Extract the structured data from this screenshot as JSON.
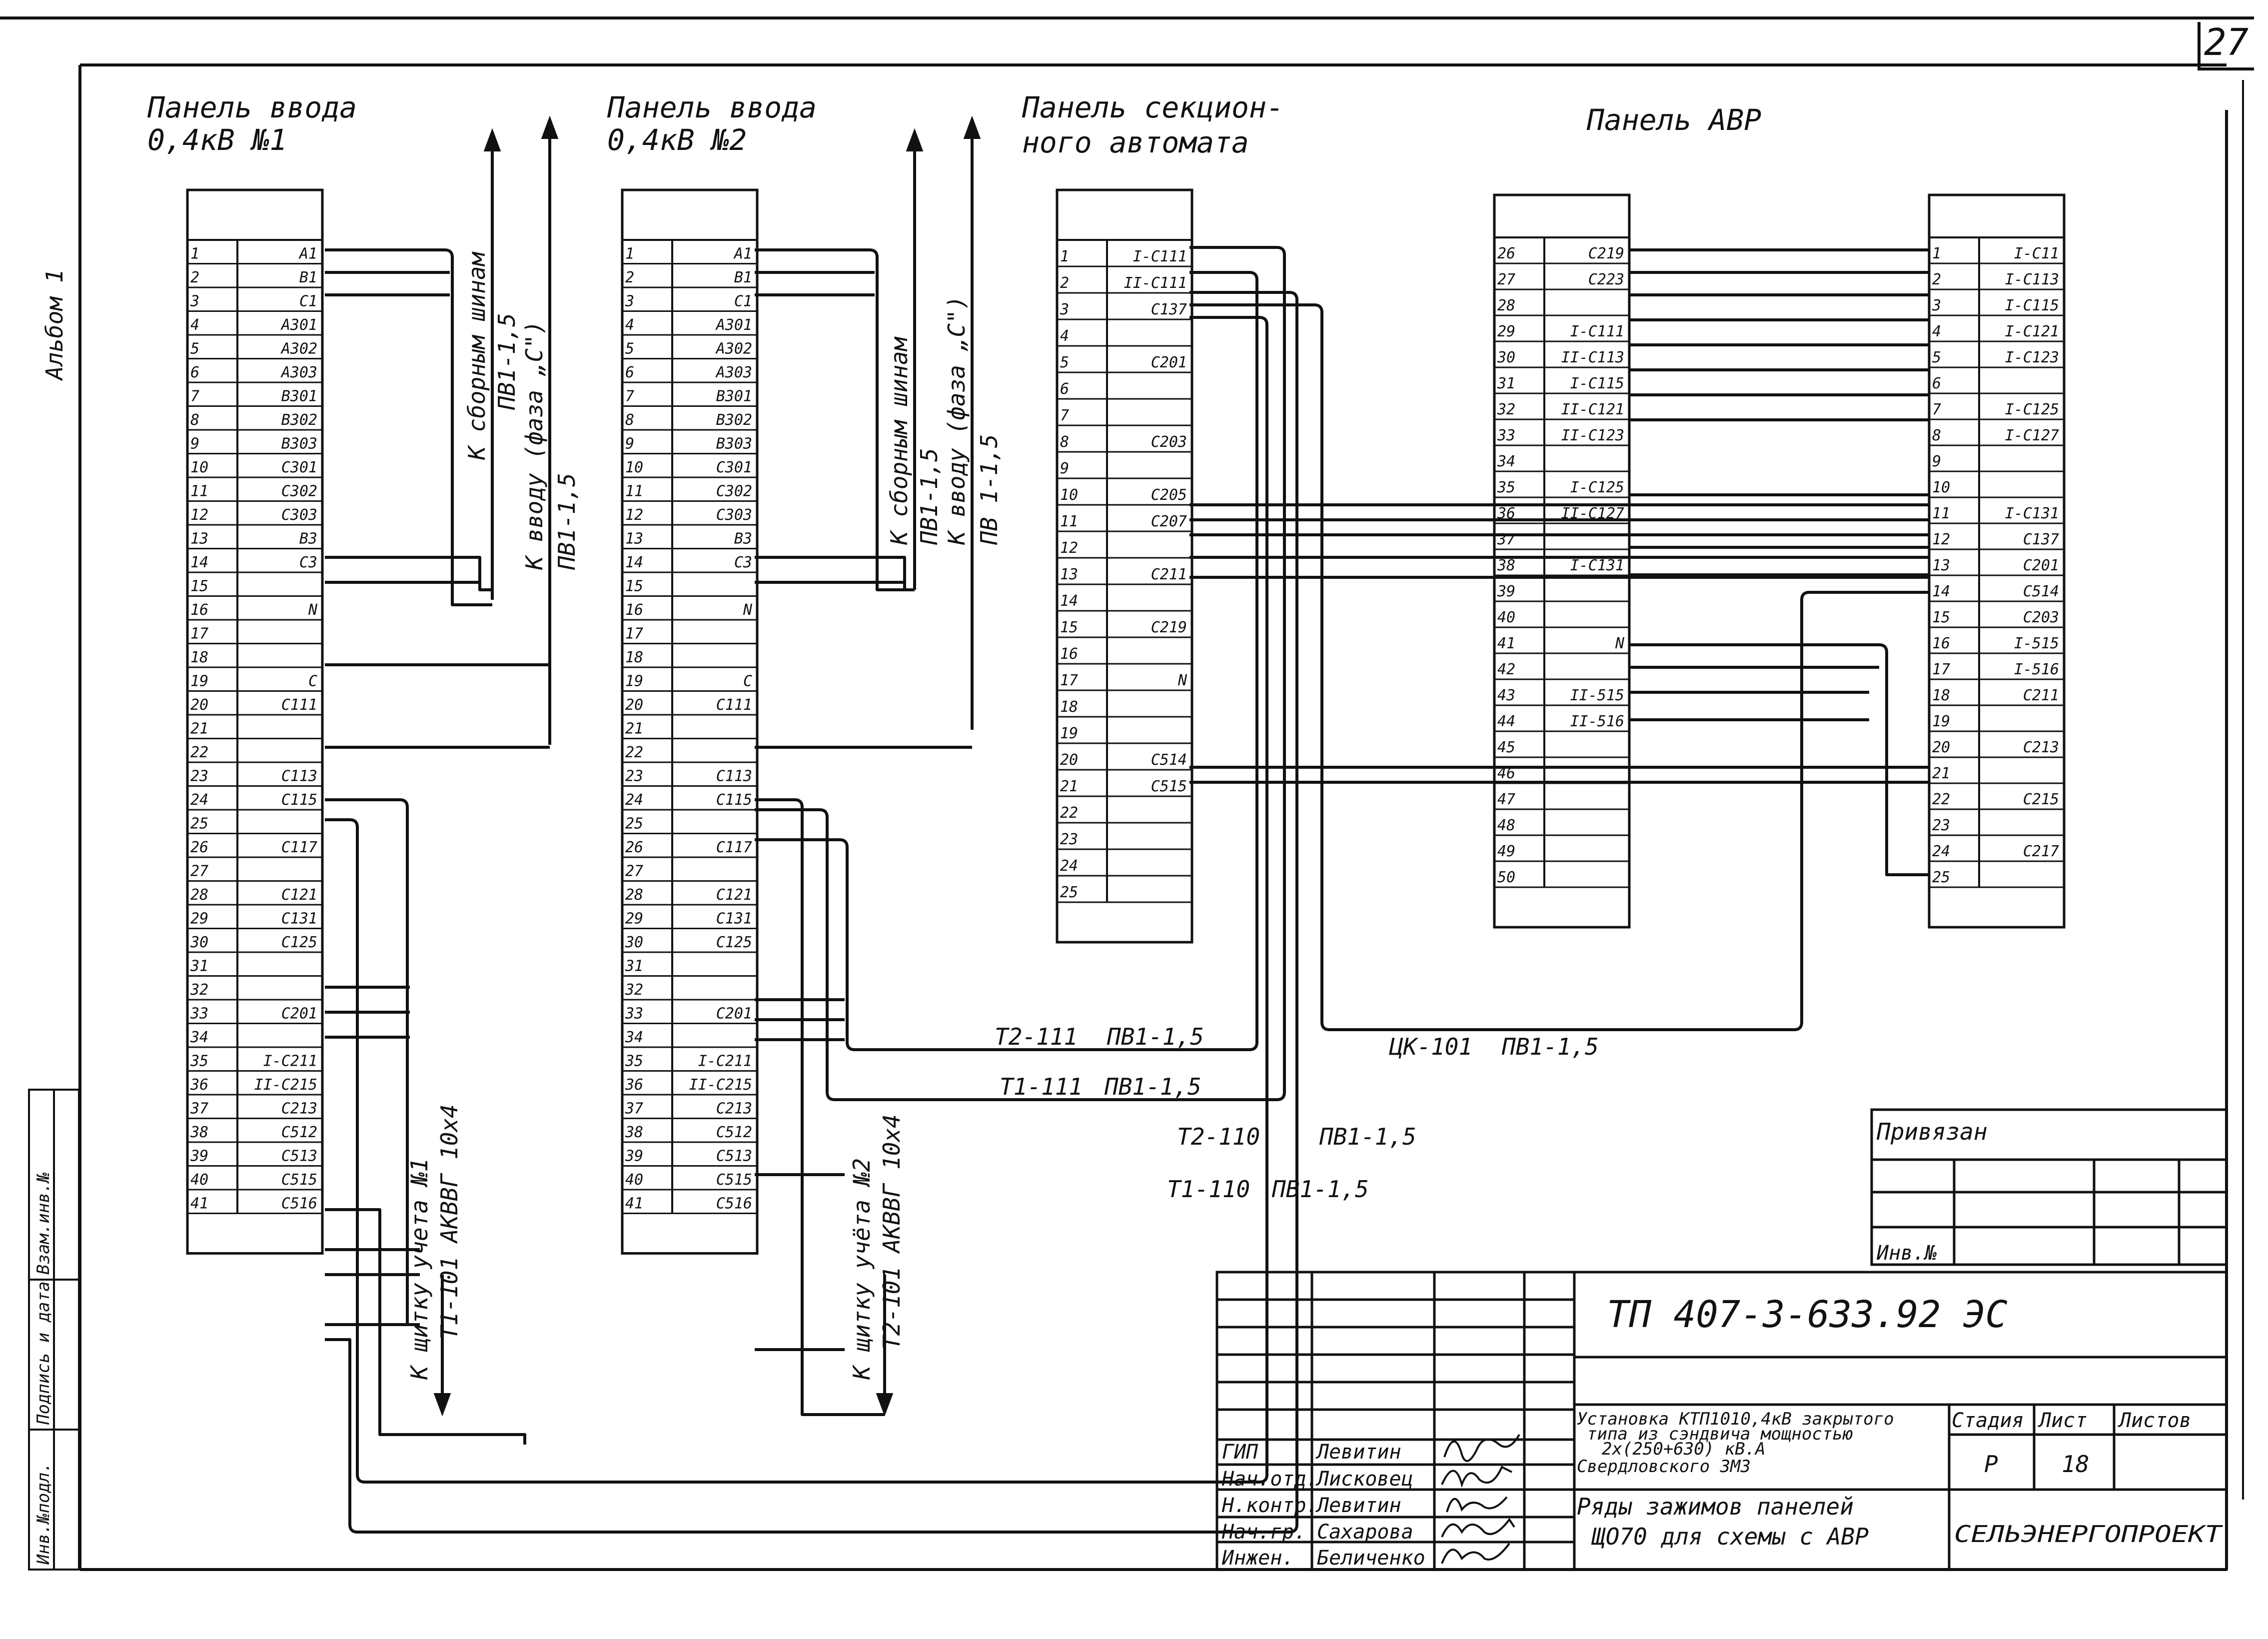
{
  "sheet_number": "27",
  "album_label": "Альбом 1",
  "panels": [
    {
      "title_lines": [
        "Панель ввода",
        "0,4кВ №1"
      ],
      "rows": [
        [
          "1",
          "A1"
        ],
        [
          "2",
          "B1"
        ],
        [
          "3",
          "C1"
        ],
        [
          "4",
          "A301"
        ],
        [
          "5",
          "A302"
        ],
        [
          "6",
          "A303"
        ],
        [
          "7",
          "B301"
        ],
        [
          "8",
          "B302"
        ],
        [
          "9",
          "B303"
        ],
        [
          "10",
          "C301"
        ],
        [
          "11",
          "C302"
        ],
        [
          "12",
          "C303"
        ],
        [
          "13",
          "B3"
        ],
        [
          "14",
          "C3"
        ],
        [
          "15",
          ""
        ],
        [
          "16",
          "N"
        ],
        [
          "17",
          ""
        ],
        [
          "18",
          ""
        ],
        [
          "19",
          "C"
        ],
        [
          "20",
          "C111"
        ],
        [
          "21",
          ""
        ],
        [
          "22",
          ""
        ],
        [
          "23",
          "C113"
        ],
        [
          "24",
          "C115"
        ],
        [
          "25",
          ""
        ],
        [
          "26",
          "C117"
        ],
        [
          "27",
          ""
        ],
        [
          "28",
          "C121"
        ],
        [
          "29",
          "C131"
        ],
        [
          "30",
          "C125"
        ],
        [
          "31",
          ""
        ],
        [
          "32",
          ""
        ],
        [
          "33",
          "C201"
        ],
        [
          "34",
          ""
        ],
        [
          "35",
          "I-C211"
        ],
        [
          "36",
          "II-C215"
        ],
        [
          "37",
          "C213"
        ],
        [
          "38",
          "C512"
        ],
        [
          "39",
          "C513"
        ],
        [
          "40",
          "C515"
        ],
        [
          "41",
          "C516"
        ]
      ]
    },
    {
      "title_lines": [
        "Панель ввода",
        "0,4кВ №2"
      ],
      "rows": [
        [
          "1",
          "A1"
        ],
        [
          "2",
          "B1"
        ],
        [
          "3",
          "C1"
        ],
        [
          "4",
          "A301"
        ],
        [
          "5",
          "A302"
        ],
        [
          "6",
          "A303"
        ],
        [
          "7",
          "B301"
        ],
        [
          "8",
          "B302"
        ],
        [
          "9",
          "B303"
        ],
        [
          "10",
          "C301"
        ],
        [
          "11",
          "C302"
        ],
        [
          "12",
          "C303"
        ],
        [
          "13",
          "B3"
        ],
        [
          "14",
          "C3"
        ],
        [
          "15",
          ""
        ],
        [
          "16",
          "N"
        ],
        [
          "17",
          ""
        ],
        [
          "18",
          ""
        ],
        [
          "19",
          "C"
        ],
        [
          "20",
          "C111"
        ],
        [
          "21",
          ""
        ],
        [
          "22",
          ""
        ],
        [
          "23",
          "C113"
        ],
        [
          "24",
          "C115"
        ],
        [
          "25",
          ""
        ],
        [
          "26",
          "C117"
        ],
        [
          "27",
          ""
        ],
        [
          "28",
          "C121"
        ],
        [
          "29",
          "C131"
        ],
        [
          "30",
          "C125"
        ],
        [
          "31",
          ""
        ],
        [
          "32",
          ""
        ],
        [
          "33",
          "C201"
        ],
        [
          "34",
          ""
        ],
        [
          "35",
          "I-C211"
        ],
        [
          "36",
          "II-C215"
        ],
        [
          "37",
          "C213"
        ],
        [
          "38",
          "C512"
        ],
        [
          "39",
          "C513"
        ],
        [
          "40",
          "C515"
        ],
        [
          "41",
          "C516"
        ]
      ]
    },
    {
      "title_lines": [
        "Панель секцион-",
        "ного автомата"
      ],
      "rows": [
        [
          "1",
          "I-C111"
        ],
        [
          "2",
          "II-C111"
        ],
        [
          "3",
          "C137"
        ],
        [
          "4",
          ""
        ],
        [
          "5",
          "C201"
        ],
        [
          "6",
          ""
        ],
        [
          "7",
          ""
        ],
        [
          "8",
          "C203"
        ],
        [
          "9",
          ""
        ],
        [
          "10",
          "C205"
        ],
        [
          "11",
          "C207"
        ],
        [
          "12",
          ""
        ],
        [
          "13",
          "C211"
        ],
        [
          "14",
          ""
        ],
        [
          "15",
          "C219"
        ],
        [
          "16",
          ""
        ],
        [
          "17",
          "N"
        ],
        [
          "18",
          ""
        ],
        [
          "19",
          ""
        ],
        [
          "20",
          "C514"
        ],
        [
          "21",
          "C515"
        ],
        [
          "22",
          ""
        ],
        [
          "23",
          ""
        ],
        [
          "24",
          ""
        ],
        [
          "25",
          ""
        ]
      ]
    },
    {
      "title_lines": [
        "Панель         АВР"
      ],
      "rows": [
        [
          "26",
          "C219"
        ],
        [
          "27",
          "C223"
        ],
        [
          "28",
          ""
        ],
        [
          "29",
          "I-C111"
        ],
        [
          "30",
          "II-C113"
        ],
        [
          "31",
          "I-C115"
        ],
        [
          "32",
          "II-C121"
        ],
        [
          "33",
          "II-C123"
        ],
        [
          "34",
          ""
        ],
        [
          "35",
          "I-C125"
        ],
        [
          "36",
          "II-C127"
        ],
        [
          "37",
          ""
        ],
        [
          "38",
          "I-C131"
        ],
        [
          "39",
          ""
        ],
        [
          "40",
          ""
        ],
        [
          "41",
          "N"
        ],
        [
          "42",
          ""
        ],
        [
          "43",
          "II-515"
        ],
        [
          "44",
          "II-516"
        ],
        [
          "45",
          ""
        ],
        [
          "46",
          ""
        ],
        [
          "47",
          ""
        ],
        [
          "48",
          ""
        ],
        [
          "49",
          ""
        ],
        [
          "50",
          ""
        ]
      ]
    },
    {
      "title_lines": [],
      "rows": [
        [
          "1",
          "I-C11"
        ],
        [
          "2",
          "I-C113"
        ],
        [
          "3",
          "I-C115"
        ],
        [
          "4",
          "I-C121"
        ],
        [
          "5",
          "I-C123"
        ],
        [
          "6",
          ""
        ],
        [
          "7",
          "I-C125"
        ],
        [
          "8",
          "I-C127"
        ],
        [
          "9",
          ""
        ],
        [
          "10",
          ""
        ],
        [
          "11",
          "I-C131"
        ],
        [
          "12",
          "C137"
        ],
        [
          "13",
          "C201"
        ],
        [
          "14",
          "C514"
        ],
        [
          "15",
          "C203"
        ],
        [
          "16",
          "I-515"
        ],
        [
          "17",
          "I-516"
        ],
        [
          "18",
          "C211"
        ],
        [
          "19",
          ""
        ],
        [
          "20",
          "C213"
        ],
        [
          "21",
          ""
        ],
        [
          "22",
          "C215"
        ],
        [
          "23",
          ""
        ],
        [
          "24",
          "C217"
        ],
        [
          "25",
          ""
        ]
      ]
    }
  ],
  "vertical_labels": [
    {
      "lines": [
        "К сборным шинам",
        "ПВ1-1,5"
      ]
    },
    {
      "lines": [
        "К вводу (фаза „С\")",
        "ПВ1-1,5"
      ]
    },
    {
      "lines": [
        "К сборным шинам",
        "ПВ1-1,5"
      ]
    },
    {
      "lines": [
        "К вводу (фаза „С\")",
        "ПВ 1-1,5"
      ]
    },
    {
      "lines": [
        "К щитку учета №1",
        "Т1-101  АКВВГ 10х4"
      ]
    },
    {
      "lines": [
        "К щитку учёта №2",
        "Т2-101  АКВВГ 10х4"
      ]
    }
  ],
  "cable_labels": [
    {
      "code": "Т2-111",
      "wire": "ПВ1-1,5"
    },
    {
      "code": "Т1-111",
      "wire": "ПВ1-1,5"
    },
    {
      "code": "Т2-110",
      "wire": "ПВ1-1,5"
    },
    {
      "code": "Т1-110",
      "wire": "ПВ1-1,5"
    },
    {
      "code": "ЦК-101",
      "wire": "ПВ1-1,5"
    }
  ],
  "side_stamp": [
    "Инв.№подл.",
    "Подпись и дата",
    "Взам.инв.№"
  ],
  "title_block": {
    "privyazan": "Привязан",
    "inv_no": "Инв.№",
    "doc_code": "ТП 407-3-633.92     ЭС",
    "description_lines": [
      "Установка КТП1010,4кВ закрытого",
      "типа из сэндвича мощностью",
      "2х(250+630) кВ.А",
      "Свердловского   ЗМЗ"
    ],
    "drawing_title_lines": [
      "Ряды зажимов панелей",
      "ЩО70  для схемы с АВР"
    ],
    "stage_header": "Стадия",
    "sheet_header": "Лист",
    "sheets_header": "Листов",
    "stage": "Р",
    "sheet": "18",
    "sheets": "",
    "organization": "СЕЛЬЭНЕРГОПРОЕКТ",
    "signatures": [
      {
        "role": "ГИП",
        "name": "Левитин"
      },
      {
        "role": "Нач.отд.",
        "name": "Лисковец"
      },
      {
        "role": "Н.контр.",
        "name": "Левитин"
      },
      {
        "role": "Нач.гр.",
        "name": "Сахарова"
      },
      {
        "role": "Инжен.",
        "name": "Беличенко"
      }
    ]
  }
}
